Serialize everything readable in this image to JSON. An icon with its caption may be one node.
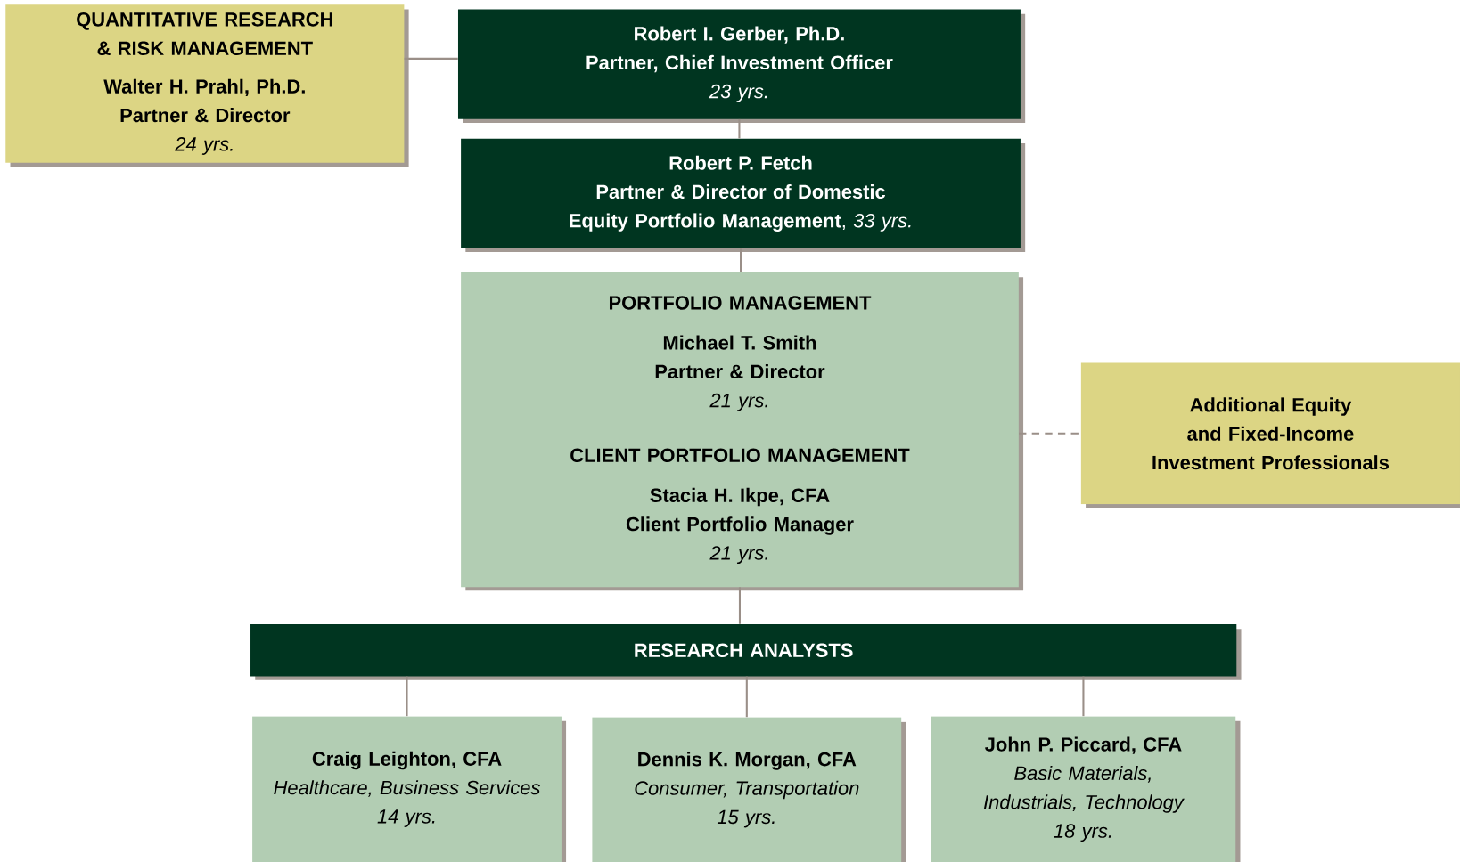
{
  "diagram": {
    "nodes": [
      {
        "text": [
          "QUANTITATIVE RESEARCH & RISK MANAGEMENT",
          "Walter H. Prahl, Ph.D.",
          "Partner & Director",
          "24 yrs."
        ]
      },
      {
        "text": [
          "Robert I. Gerber, Ph.D.",
          "Partner, Chief Investment Officer",
          "23 yrs."
        ]
      },
      {
        "text": [
          "Robert P. Fetch",
          "**Partner & Director of Domestic Equity Portfolio Management**, *33 yrs.*"
        ]
      },
      {
        "text": [
          "PORTFOLIO MANAGEMENT",
          "Michael T. Smith",
          "Partner & Director",
          "21 yrs.",
          "CLIENT PORTFOLIO MANAGEMENT",
          "Stacia H. Ikpe, CFA",
          "Client Portfolio Manager",
          "21 yrs."
        ]
      },
      {
        "text": [
          "Additional Equity and Fixed-Income Investment Professionals"
        ]
      },
      {
        "text": [
          "RESEARCH ANALYSTS"
        ]
      },
      {
        "text": [
          "Craig Leighton, CFA",
          "Healthcare, Business Services",
          "14 yrs."
        ]
      },
      {
        "text": [
          "Dennis K. Morgan, CFA",
          "Consumer, Transportation",
          "15 yrs."
        ]
      },
      {
        "text": [
          "John P. Piccard, CFA",
          "Basic Materials, Industrials, Technology",
          "18 yrs."
        ]
      }
    ],
    "edges": [
      {
        "from": 1,
        "to": 0,
        "arrow": "none"
      },
      {
        "from": 1,
        "to": 2,
        "arrow": "none"
      },
      {
        "from": 2,
        "to": 3,
        "arrow": "none"
      },
      {
        "from": 3,
        "to": 4,
        "arrow": "none",
        "style": "dashed"
      },
      {
        "from": 3,
        "to": 5,
        "arrow": "none"
      },
      {
        "from": 5,
        "to": 6,
        "arrow": "none"
      },
      {
        "from": 5,
        "to": 7,
        "arrow": "none"
      },
      {
        "from": 5,
        "to": 8,
        "arrow": "none"
      }
    ]
  }
}
